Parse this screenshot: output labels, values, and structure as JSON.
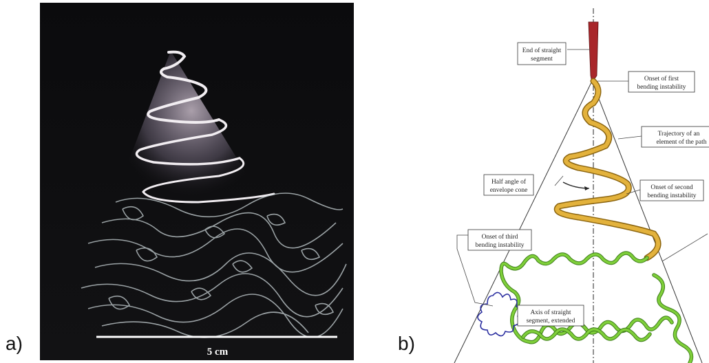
{
  "panels": {
    "a": {
      "label": "a)",
      "scale_bar_text": "5 cm"
    },
    "b": {
      "label": "b)",
      "callouts": {
        "end_straight": [
          "End of straight",
          "segment"
        ],
        "onset_first": [
          "Onset of first",
          "bending instability"
        ],
        "trajectory": [
          "Trajectory of an",
          "element of the path"
        ],
        "half_angle": [
          "Half angle of",
          "envelope cone"
        ],
        "onset_second": [
          "Onset of second",
          "bending instability"
        ],
        "onset_third": [
          "Onset of third",
          "bending instability"
        ],
        "axis": [
          "Axis of straight",
          "segment, extended"
        ]
      },
      "colors": {
        "straight_segment": "#a8262a",
        "first_instability_coil": "#e3b23c",
        "second_instability_coil": "#7fcf3a",
        "third_instability_coil": "#2b2fa0"
      }
    }
  }
}
